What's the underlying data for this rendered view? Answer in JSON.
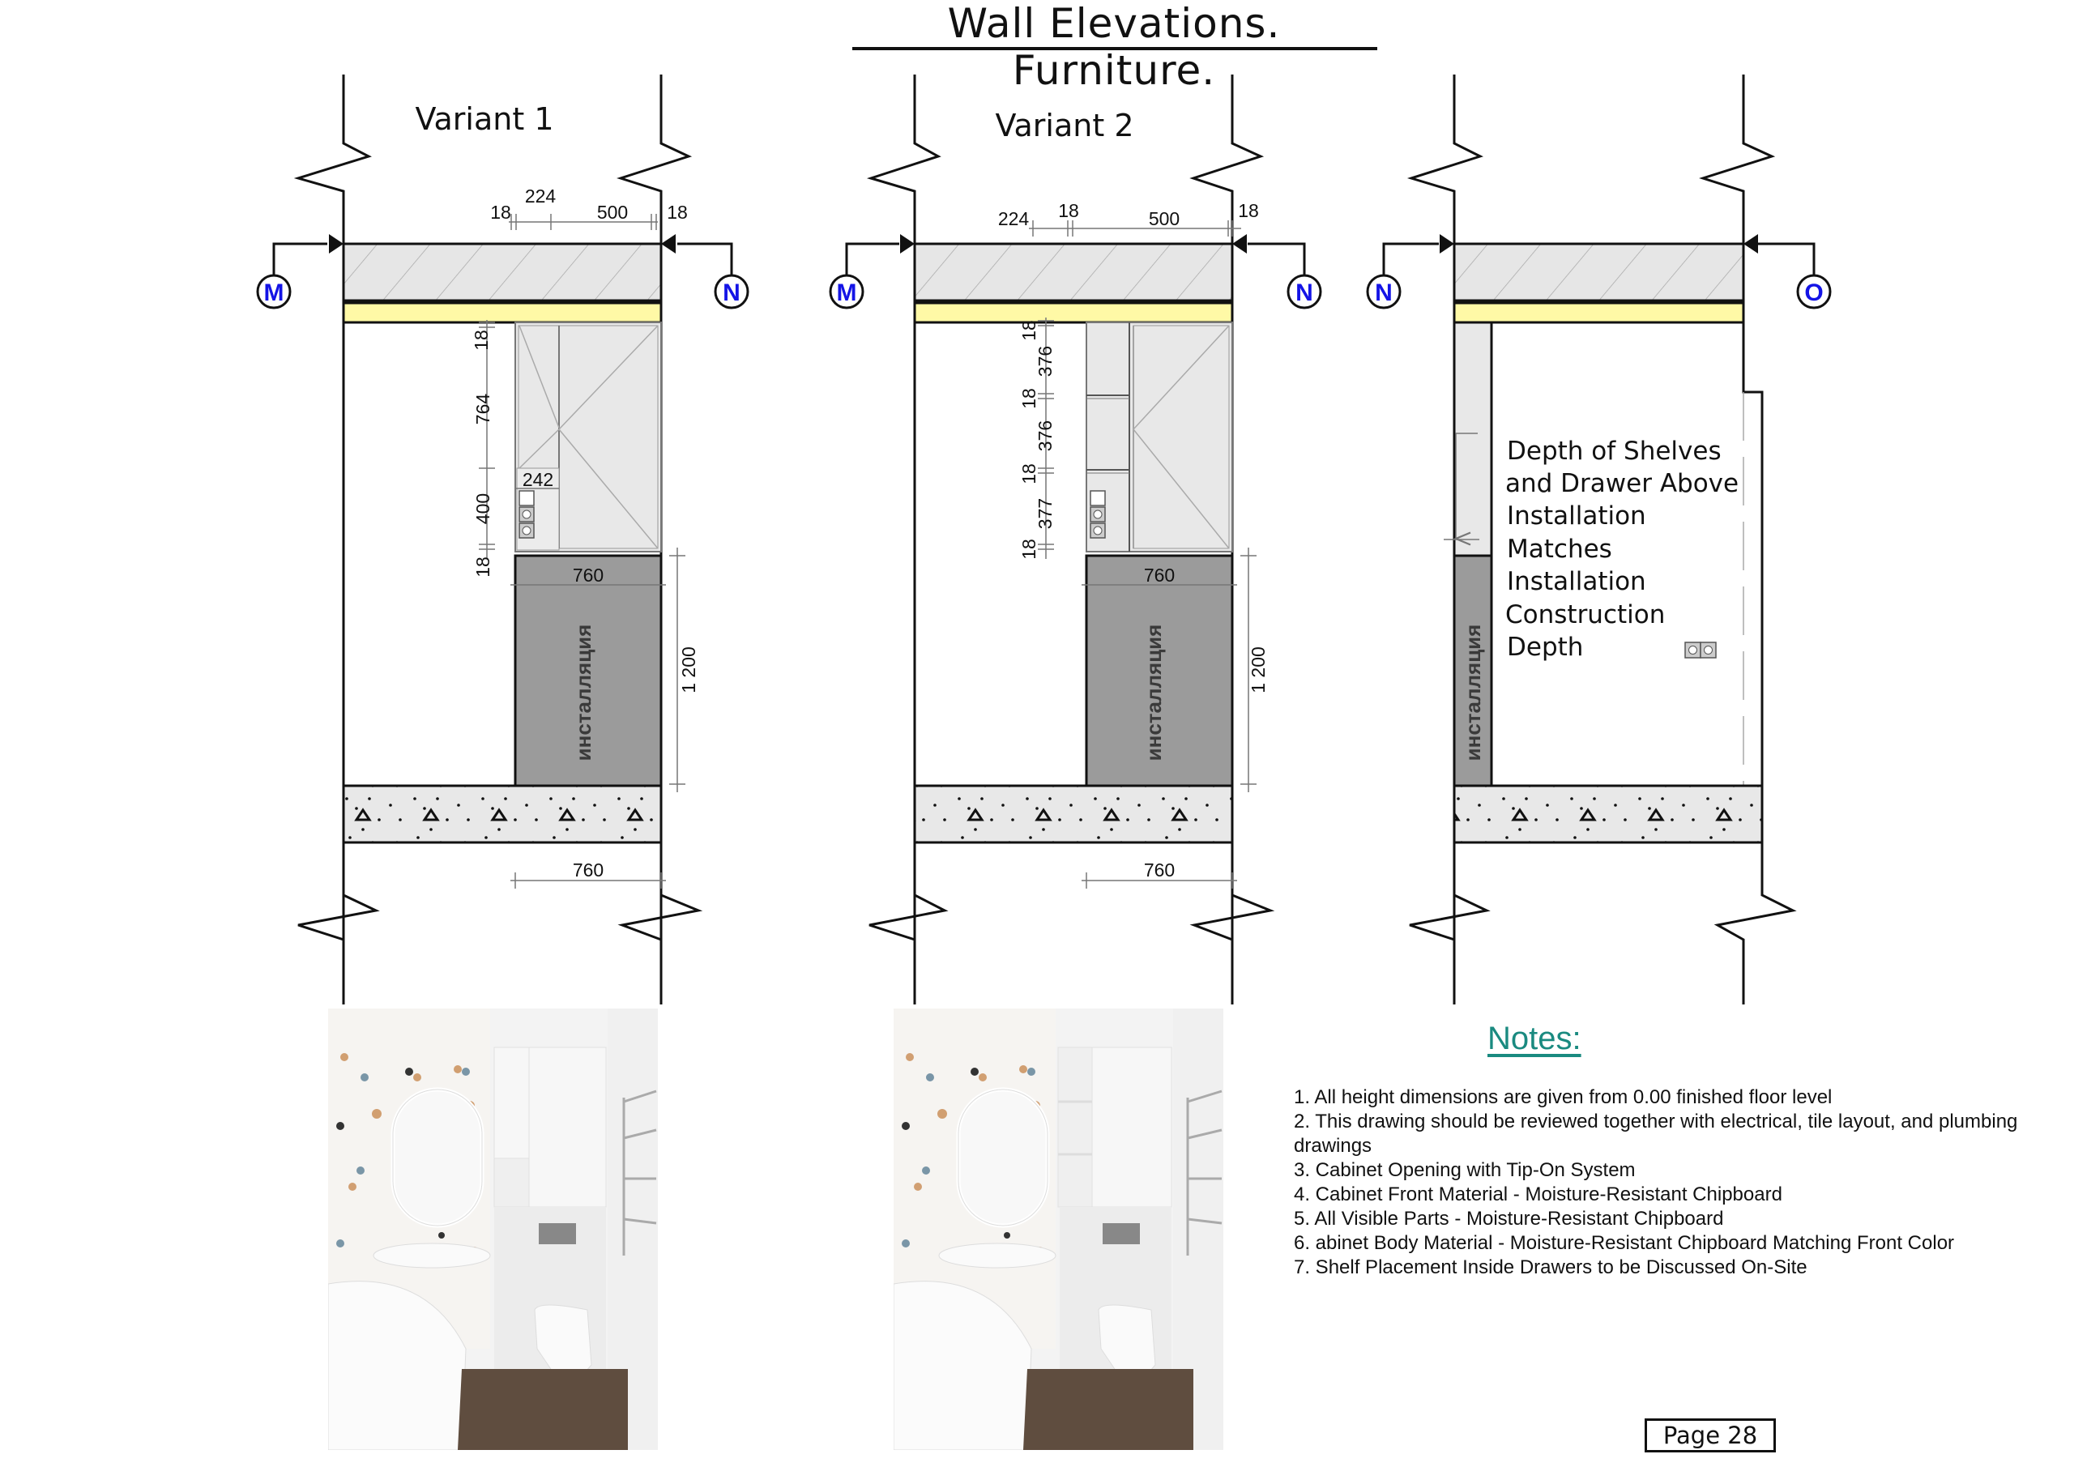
{
  "title": "Wall Elevations. Furniture.",
  "elevations": [
    {
      "label": "Variant 1",
      "left_marker": "M",
      "right_marker": "N",
      "top_dims": [
        "18",
        "224",
        "500",
        "18"
      ],
      "vertical_dims": [
        "18",
        "764",
        "400",
        "18"
      ],
      "niche_width": "242",
      "installation_width": "760",
      "installation_height": "1 200",
      "installation_label": "инсталляция",
      "bottom_dim": "760"
    },
    {
      "label": "Variant 2",
      "left_marker": "M",
      "right_marker": "N",
      "top_dims": [
        "224",
        "18",
        "500",
        "18"
      ],
      "vertical_dims": [
        "18",
        "376",
        "18",
        "376",
        "18",
        "377",
        "18"
      ],
      "installation_width": "760",
      "installation_height": "1 200",
      "installation_label": "инсталляция",
      "bottom_dim": "760"
    },
    {
      "left_marker": "N",
      "right_marker": "O",
      "installation_label": "инсталляция",
      "annotation_lines": [
        "Depth of Shelves",
        "and Drawer Above",
        "Installation",
        "Matches",
        "Installation",
        "Construction",
        "Depth"
      ]
    }
  ],
  "colors": {
    "wall_hatch": "#e6e6e6",
    "insulation_yellow": "#fff9a6",
    "cabinet_fill": "#e8e8e8",
    "installation_fill": "#9b9b9b",
    "floor_fill": "#e8e8e8",
    "marker_blue": "#1414e6",
    "notes_teal": "#1a8a80"
  },
  "notes": {
    "title": "Notes:",
    "items": [
      "1. All height dimensions are given from 0.00 finished floor level",
      "2. This drawing should be reviewed together with electrical, tile layout, and plumbing drawings",
      "3. Cabinet Opening with Tip-On System",
      "4. Cabinet Front Material - Moisture-Resistant Chipboard",
      "5. All Visible Parts - Moisture-Resistant Chipboard",
      "6. abinet Body Material - Moisture-Resistant Chipboard Matching Front Color",
      "7. Shelf Placement Inside Drawers to be Discussed On-Site"
    ]
  },
  "page": "Page 28"
}
